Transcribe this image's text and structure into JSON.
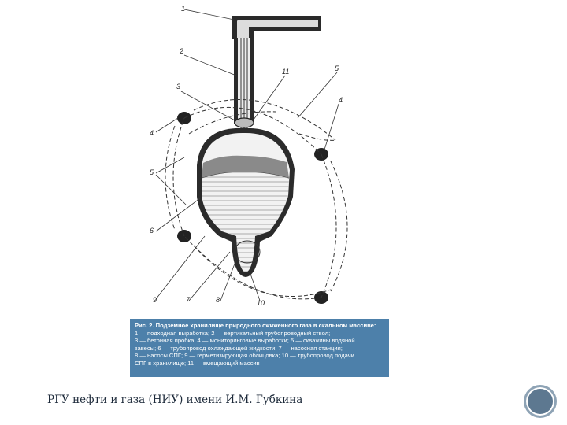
{
  "diagram": {
    "labels": [
      "1",
      "2",
      "3",
      "11",
      "5",
      "4",
      "4",
      "5",
      "6",
      "9",
      "7",
      "8",
      "10"
    ]
  },
  "caption": {
    "title": "Рис. 2.  Подземное хранилище природного сжиженного газа в скальном массиве:",
    "lines": [
      "1 — подходная выработка; 2 — вертикальный трубопроводный ствол;",
      "3 — бетонная пробка; 4 — мониторинговые выработки; 5 — скважины водяной",
      "завесы; 6 — трубопровод охлаждающей жидкости; 7 — насосная станция;",
      "8 — насосы СПГ; 9 — герметизирующая облицовка; 10 — трубопровод подачи",
      "СПГ в хранилище; 11 — вмещающий массив"
    ]
  },
  "footer": {
    "text": "РГУ нефти и газа (НИУ) имени И.М. Губкина"
  },
  "colors": {
    "caption_bg": "#4d80aa",
    "nav_button": "#5d7890"
  },
  "icons": {
    "nav": "circle-nav-icon"
  }
}
